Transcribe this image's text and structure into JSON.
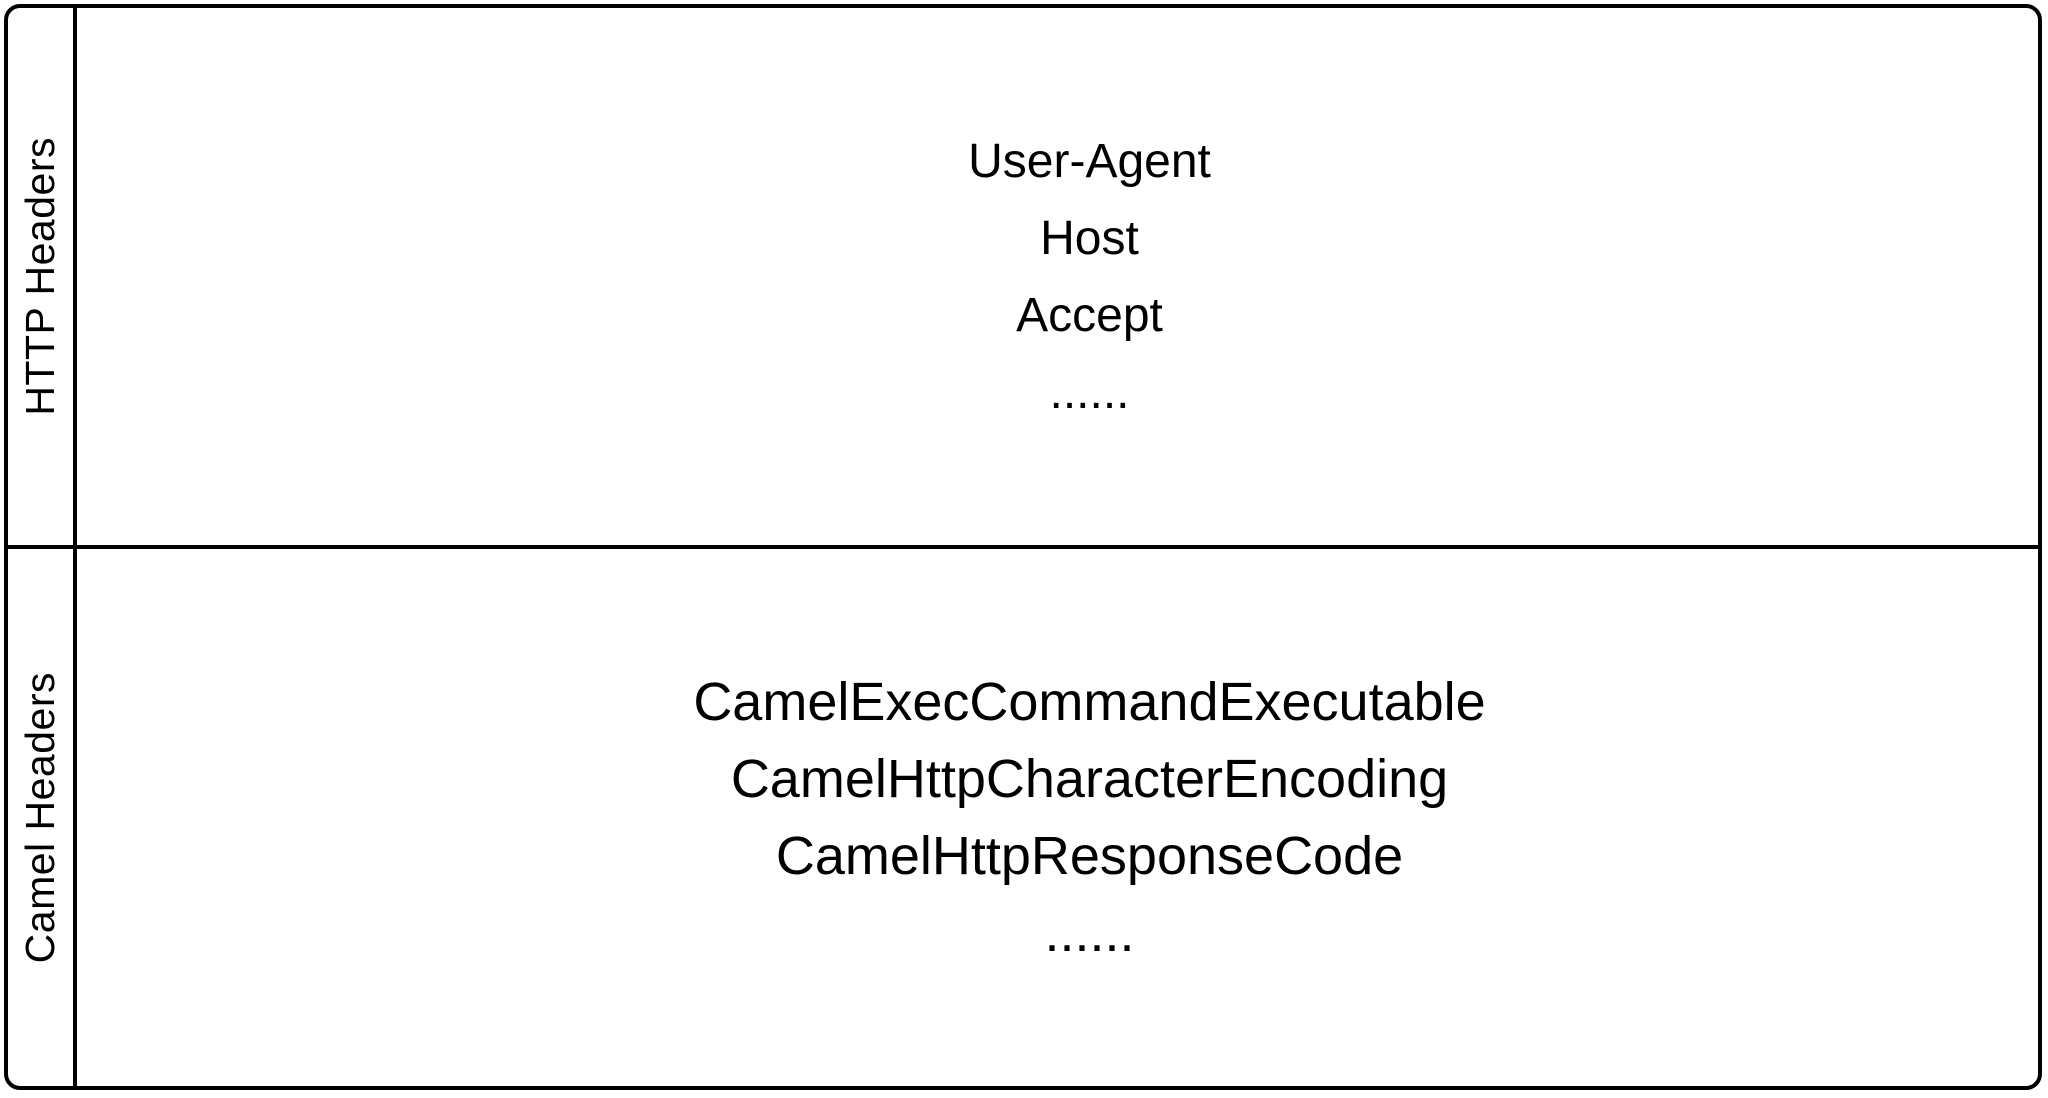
{
  "diagram": {
    "sections": [
      {
        "label": "HTTP Headers",
        "items": [
          "User-Agent",
          "Host",
          "Accept",
          "......"
        ]
      },
      {
        "label": "Camel Headers",
        "items": [
          "CamelExecCommandExecutable",
          "CamelHttpCharacterEncoding",
          "CamelHttpResponseCode",
          "......"
        ]
      }
    ],
    "colors": {
      "border": "#000000",
      "text": "#000000",
      "background": "#ffffff"
    }
  }
}
